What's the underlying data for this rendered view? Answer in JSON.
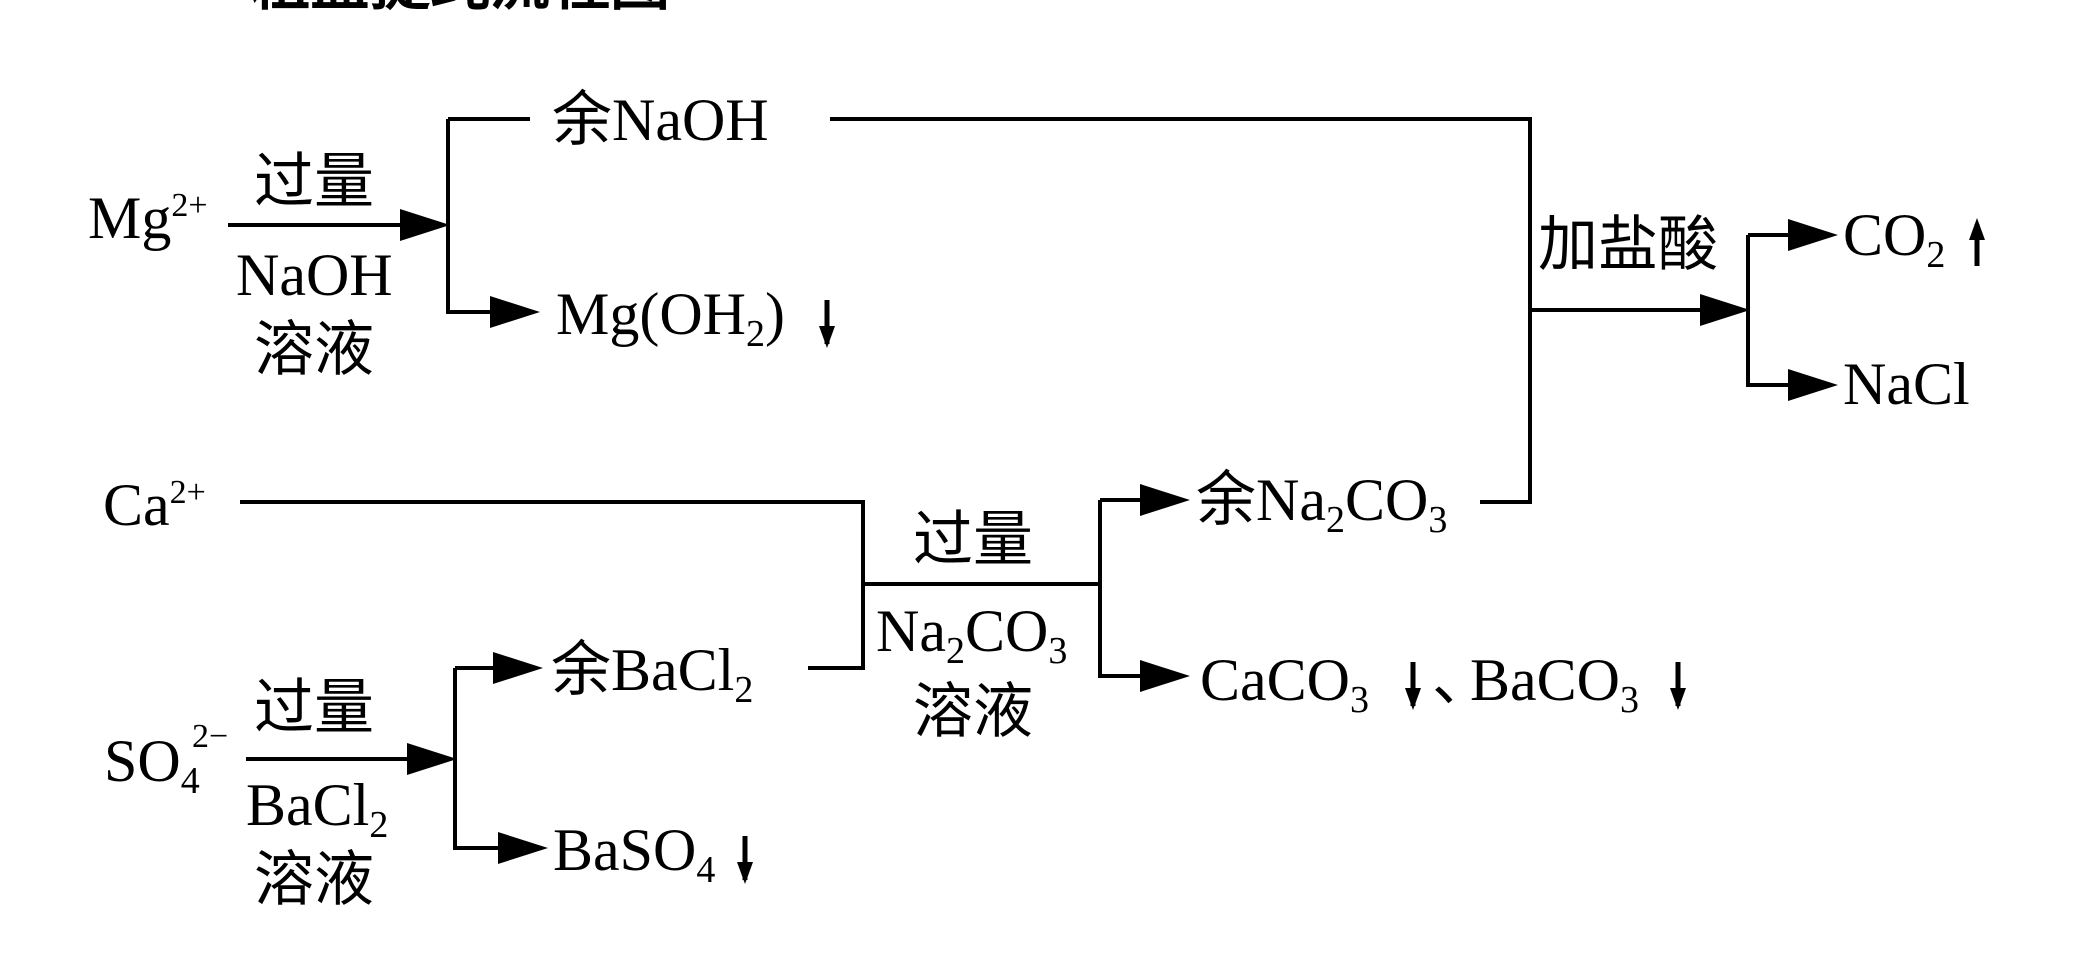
{
  "title": "粗盐提纯流程图",
  "colors": {
    "ink": "#000000",
    "background": "#ffffff"
  },
  "ions": {
    "mg": {
      "base": "Mg",
      "sup": "2+"
    },
    "ca": {
      "base": "Ca",
      "sup": "2+"
    },
    "so4": {
      "base": "SO",
      "sub": "4",
      "sup": "2−"
    }
  },
  "reagents": {
    "naoh": {
      "top": "过量",
      "formula": "NaOH",
      "bottom": "溶液"
    },
    "bacl2": {
      "top": "过量",
      "formula_base": "BaCl",
      "formula_sub": "2",
      "bottom": "溶液"
    },
    "na2co3": {
      "top": "过量",
      "f1": "Na",
      "f1_sub": "2",
      "f2": "CO",
      "f2_sub": "3",
      "bottom": "溶液"
    },
    "hcl": {
      "label": "加盐酸"
    }
  },
  "products": {
    "excess_naoh": {
      "prefix": "余",
      "formula": "NaOH"
    },
    "mg_oh2": {
      "a": "Mg(OH",
      "sub": "2",
      "b": ")"
    },
    "excess_na2co3": {
      "prefix": "余",
      "a": "Na",
      "a_sub": "2",
      "b": "CO",
      "b_sub": "3"
    },
    "excess_bacl2": {
      "prefix": "余",
      "a": "BaCl",
      "a_sub": "2"
    },
    "baso4": {
      "a": "BaSO",
      "sub": "4"
    },
    "caco3": {
      "a": "CaCO",
      "sub": "3"
    },
    "separator": "、",
    "baco3": {
      "a": "BaCO",
      "sub": "3"
    },
    "co2": {
      "a": "CO",
      "sub": "2"
    },
    "nacl": {
      "formula": "NaCl"
    }
  },
  "icons": [
    "arrow-right-icon",
    "down-arrow-icon",
    "up-arrow-icon"
  ]
}
